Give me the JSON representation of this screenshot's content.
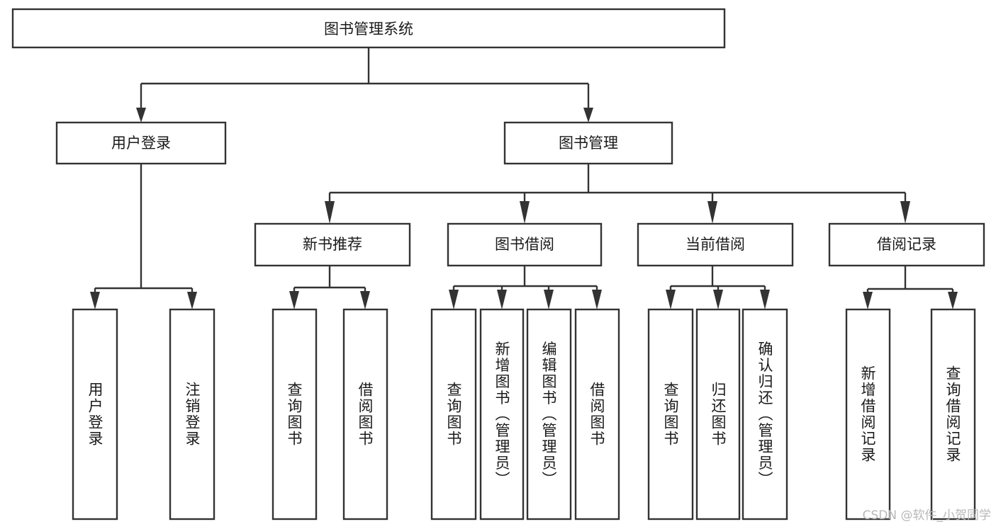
{
  "diagram": {
    "title": "图书管理系统",
    "type": "tree-hierarchy-diagram",
    "levels": 4,
    "nodes": {
      "root": {
        "label": "图书管理系统"
      },
      "level2": [
        {
          "id": "user-login",
          "label": "用户登录"
        },
        {
          "id": "book-management",
          "label": "图书管理"
        }
      ],
      "level3": [
        {
          "id": "new-book-recommend",
          "label": "新书推荐"
        },
        {
          "id": "book-borrow",
          "label": "图书借阅"
        },
        {
          "id": "current-borrow",
          "label": "当前借阅"
        },
        {
          "id": "borrow-record",
          "label": "借阅记录"
        }
      ],
      "leaves": {
        "user-login": [
          {
            "id": "leaf-user-login",
            "label": "用户登录"
          },
          {
            "id": "leaf-logout-login",
            "label": "注销登录"
          }
        ],
        "new-book-recommend": [
          {
            "id": "leaf-query-book-1",
            "label": "查询图书"
          },
          {
            "id": "leaf-borrow-book-1",
            "label": "借阅图书"
          }
        ],
        "book-borrow": [
          {
            "id": "leaf-query-book-2",
            "label": "查询图书"
          },
          {
            "id": "leaf-add-book",
            "label": "新增图书（管理员）"
          },
          {
            "id": "leaf-edit-book",
            "label": "编辑图书（管理员）"
          },
          {
            "id": "leaf-borrow-book-2",
            "label": "借阅图书"
          }
        ],
        "current-borrow": [
          {
            "id": "leaf-query-book-3",
            "label": "查询图书"
          },
          {
            "id": "leaf-return-book",
            "label": "归还图书"
          },
          {
            "id": "leaf-confirm-return",
            "label": "确认归还（管理员）"
          }
        ],
        "borrow-record": [
          {
            "id": "leaf-add-record",
            "label": "新增借阅记录"
          },
          {
            "id": "leaf-query-record",
            "label": "查询借阅记录"
          }
        ]
      }
    },
    "colors": {
      "box_stroke": "#333333",
      "box_fill": "#ffffff",
      "text": "#1a1a1a",
      "background": "#ffffff",
      "watermark": "#b8b8b8"
    }
  },
  "watermark": {
    "text": "CSDN @软件_小贺同学"
  }
}
